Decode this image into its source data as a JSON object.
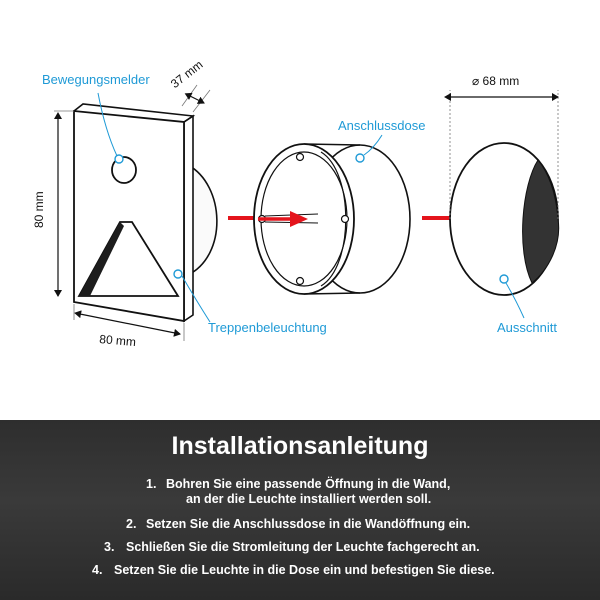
{
  "diagram": {
    "labels": {
      "motion_sensor": "Bewegungsmelder",
      "junction_box": "Anschlussdose",
      "stair_light": "Treppenbeleuchtung",
      "cutout": "Ausschnitt"
    },
    "dimensions": {
      "depth": "37 mm",
      "height": "80 mm",
      "width": "80 mm",
      "diameter": "⌀ 68 mm"
    },
    "colors": {
      "accent": "#1f9ad6",
      "arrow": "#e4141c",
      "panel_dark": "#333333"
    }
  },
  "instructions": {
    "title": "Installationsanleitung",
    "steps": [
      {
        "num": "1.",
        "line1": "Bohren Sie eine passende Öffnung in die Wand,",
        "line2": "an der die Leuchte installiert werden soll."
      },
      {
        "num": "2.",
        "text": "Setzen Sie die Anschlussdose in die Wandöffnung ein."
      },
      {
        "num": "3.",
        "text": "Schließen Sie die Stromleitung der Leuchte fachgerecht an."
      },
      {
        "num": "4.",
        "text": "Setzen Sie die Leuchte in die Dose ein und befestigen Sie diese."
      }
    ]
  }
}
